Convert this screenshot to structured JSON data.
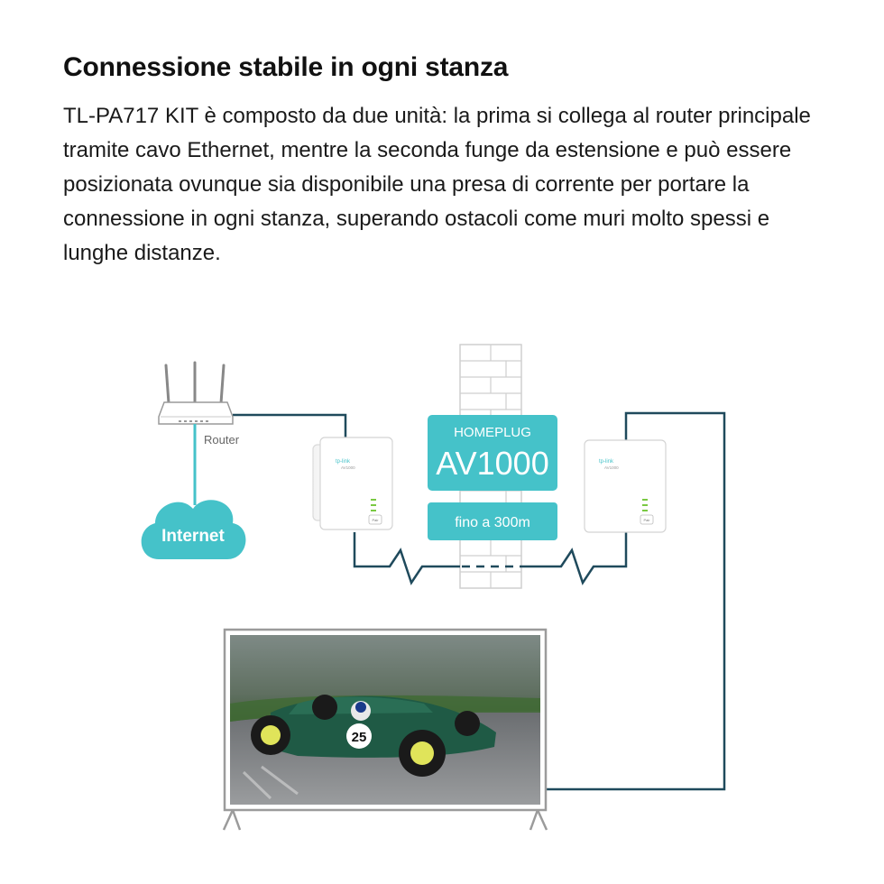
{
  "headline": "Connessione stabile in ogni stanza",
  "description": "TL-PA717 KIT è composto da due unità: la prima si collega al router principale tramite cavo Ethernet, mentre la seconda funge da estensione e può essere posizionata ovunque sia disponibile una presa di corrente per portare la connessione in ogni stanza, superando ostacoli come muri molto spessi e lunghe distanze.",
  "diagram": {
    "router_label": "Router",
    "internet_label": "Internet",
    "homeplug_label": "HOMEPLUG",
    "standard_label": "AV1000",
    "range_label": "fino a 300m",
    "brand_mark": "tp-link",
    "model_mark": "AV1000",
    "pair_label": "Pair"
  },
  "colors": {
    "teal": "#45c2c9",
    "line": "#1f4a5c",
    "wall": "#c9c9c9"
  },
  "icons": [
    "router-icon",
    "cloud-icon",
    "powerline-adapter-icon",
    "brick-wall-icon",
    "tv-icon"
  ]
}
